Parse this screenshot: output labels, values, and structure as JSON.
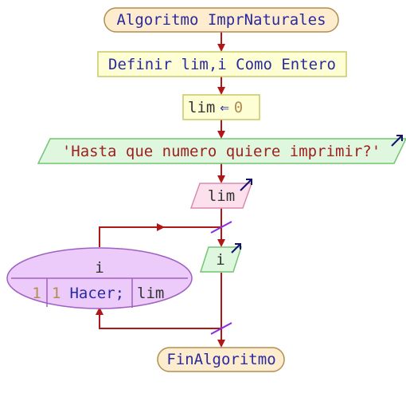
{
  "diagram": {
    "start_label": "Algoritmo ImprNaturales",
    "define_label": "Definir lim,i Como Entero",
    "assign": {
      "var": "lim",
      "arrow": "⇐",
      "value": "0"
    },
    "output_text": "'Hasta que numero quiere imprimir?'",
    "input_var": "lim",
    "loop": {
      "var": "i",
      "start": "1",
      "step": "1",
      "keyword": "Hacer;",
      "end": "lim"
    },
    "loop_output_var": "i",
    "end_label": "FinAlgoritmo"
  }
}
